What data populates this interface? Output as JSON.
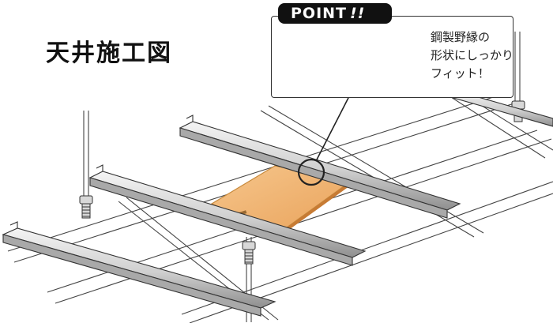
{
  "diagram": {
    "title": "天井施工図",
    "callout": {
      "badge_text": "POINT",
      "badge_mark": "!!",
      "lines": [
        "鋼製野縁の",
        "形状にしっかり",
        "フィット！"
      ]
    },
    "colors": {
      "rail_light": "#e2e2e2",
      "rail_dark": "#8f8f8f",
      "board": "#f1b777",
      "board_edge": "#c78a3d",
      "wood": "#b6653a",
      "outline": "#333333"
    },
    "icons": [
      "hanger-bolt-icon",
      "clip-icon",
      "magnifier-circle-icon"
    ]
  }
}
